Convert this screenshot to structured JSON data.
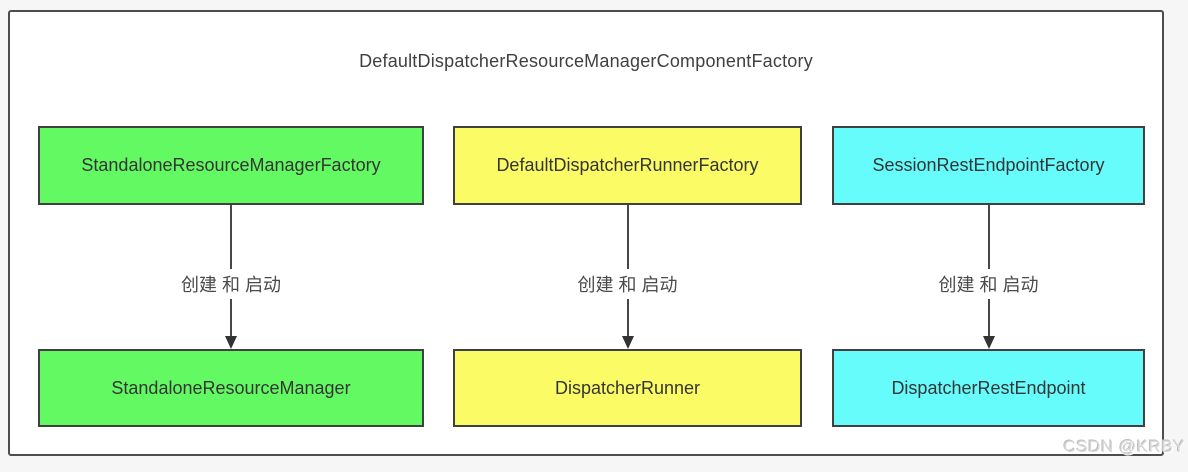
{
  "page": {
    "watermark": "CSDN @KRBY",
    "background_color": "#f6f6f6"
  },
  "diagram": {
    "title": "DefaultDispatcherResourceManagerComponentFactory",
    "border_color": "#4d4d4d",
    "text_color": "#404040",
    "columns": [
      {
        "id": "resource-manager",
        "factory": "StandaloneResourceManagerFactory",
        "edge_label": "创建 和 启动",
        "component": "StandaloneResourceManager",
        "color": "#63f963"
      },
      {
        "id": "dispatcher-runner",
        "factory": "DefaultDispatcherRunnerFactory",
        "edge_label": "创建 和 启动",
        "component": "DispatcherRunner",
        "color": "#fbfb66"
      },
      {
        "id": "rest-endpoint",
        "factory": "SessionRestEndpointFactory",
        "edge_label": "创建 和 启动",
        "component": "DispatcherRestEndpoint",
        "color": "#66fcfc"
      }
    ]
  }
}
